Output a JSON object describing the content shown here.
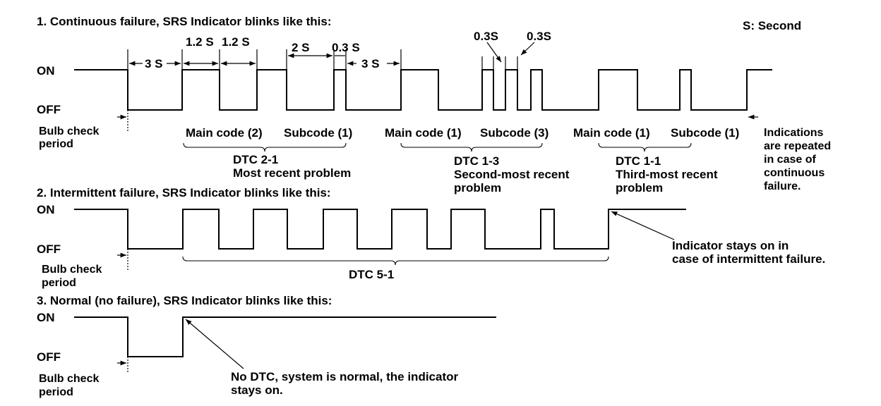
{
  "legend": {
    "second": "S: Second"
  },
  "section1": {
    "title": "1. Continuous failure, SRS Indicator blinks like this:",
    "on": "ON",
    "off": "OFF",
    "bulb_check": [
      "Bulb check",
      "period"
    ],
    "dims": {
      "d3s_a": "3 S",
      "d12_a": "1.2 S",
      "d12_b": "1.2 S",
      "d2s": "2 S",
      "d03_a": "0.3 S",
      "d3s_b": "3 S",
      "d03_b": "0.3S",
      "d03_c": "0.3S"
    },
    "codes": {
      "main2": "Main code (2)",
      "sub1_a": "Subcode (1)",
      "main1_a": "Main code (1)",
      "sub3": "Subcode (3)",
      "main1_b": "Main code (1)",
      "sub1_b": "Subcode (1)"
    },
    "dtc21": [
      "DTC 2-1",
      "Most recent problem"
    ],
    "dtc13": [
      "DTC 1-3",
      "Second-most recent",
      "problem"
    ],
    "dtc11": [
      "DTC 1-1",
      "Third-most recent",
      "problem"
    ],
    "repeat_note": [
      "Indications",
      "are repeated",
      "in case of",
      "continuous",
      "failure."
    ]
  },
  "section2": {
    "title": "2. Intermittent failure, SRS Indicator blinks like this:",
    "on": "ON",
    "off": "OFF",
    "bulb_check": [
      "Bulb check",
      "period"
    ],
    "dtc": "DTC 5-1",
    "note": [
      "Indicator stays on in",
      "case of intermittent failure."
    ]
  },
  "section3": {
    "title": "3. Normal (no failure), SRS Indicator blinks like this:",
    "on": "ON",
    "off": "OFF",
    "bulb_check": [
      "Bulb check",
      "period"
    ],
    "note": [
      "No DTC, system is normal, the indicator",
      "stays on."
    ]
  }
}
